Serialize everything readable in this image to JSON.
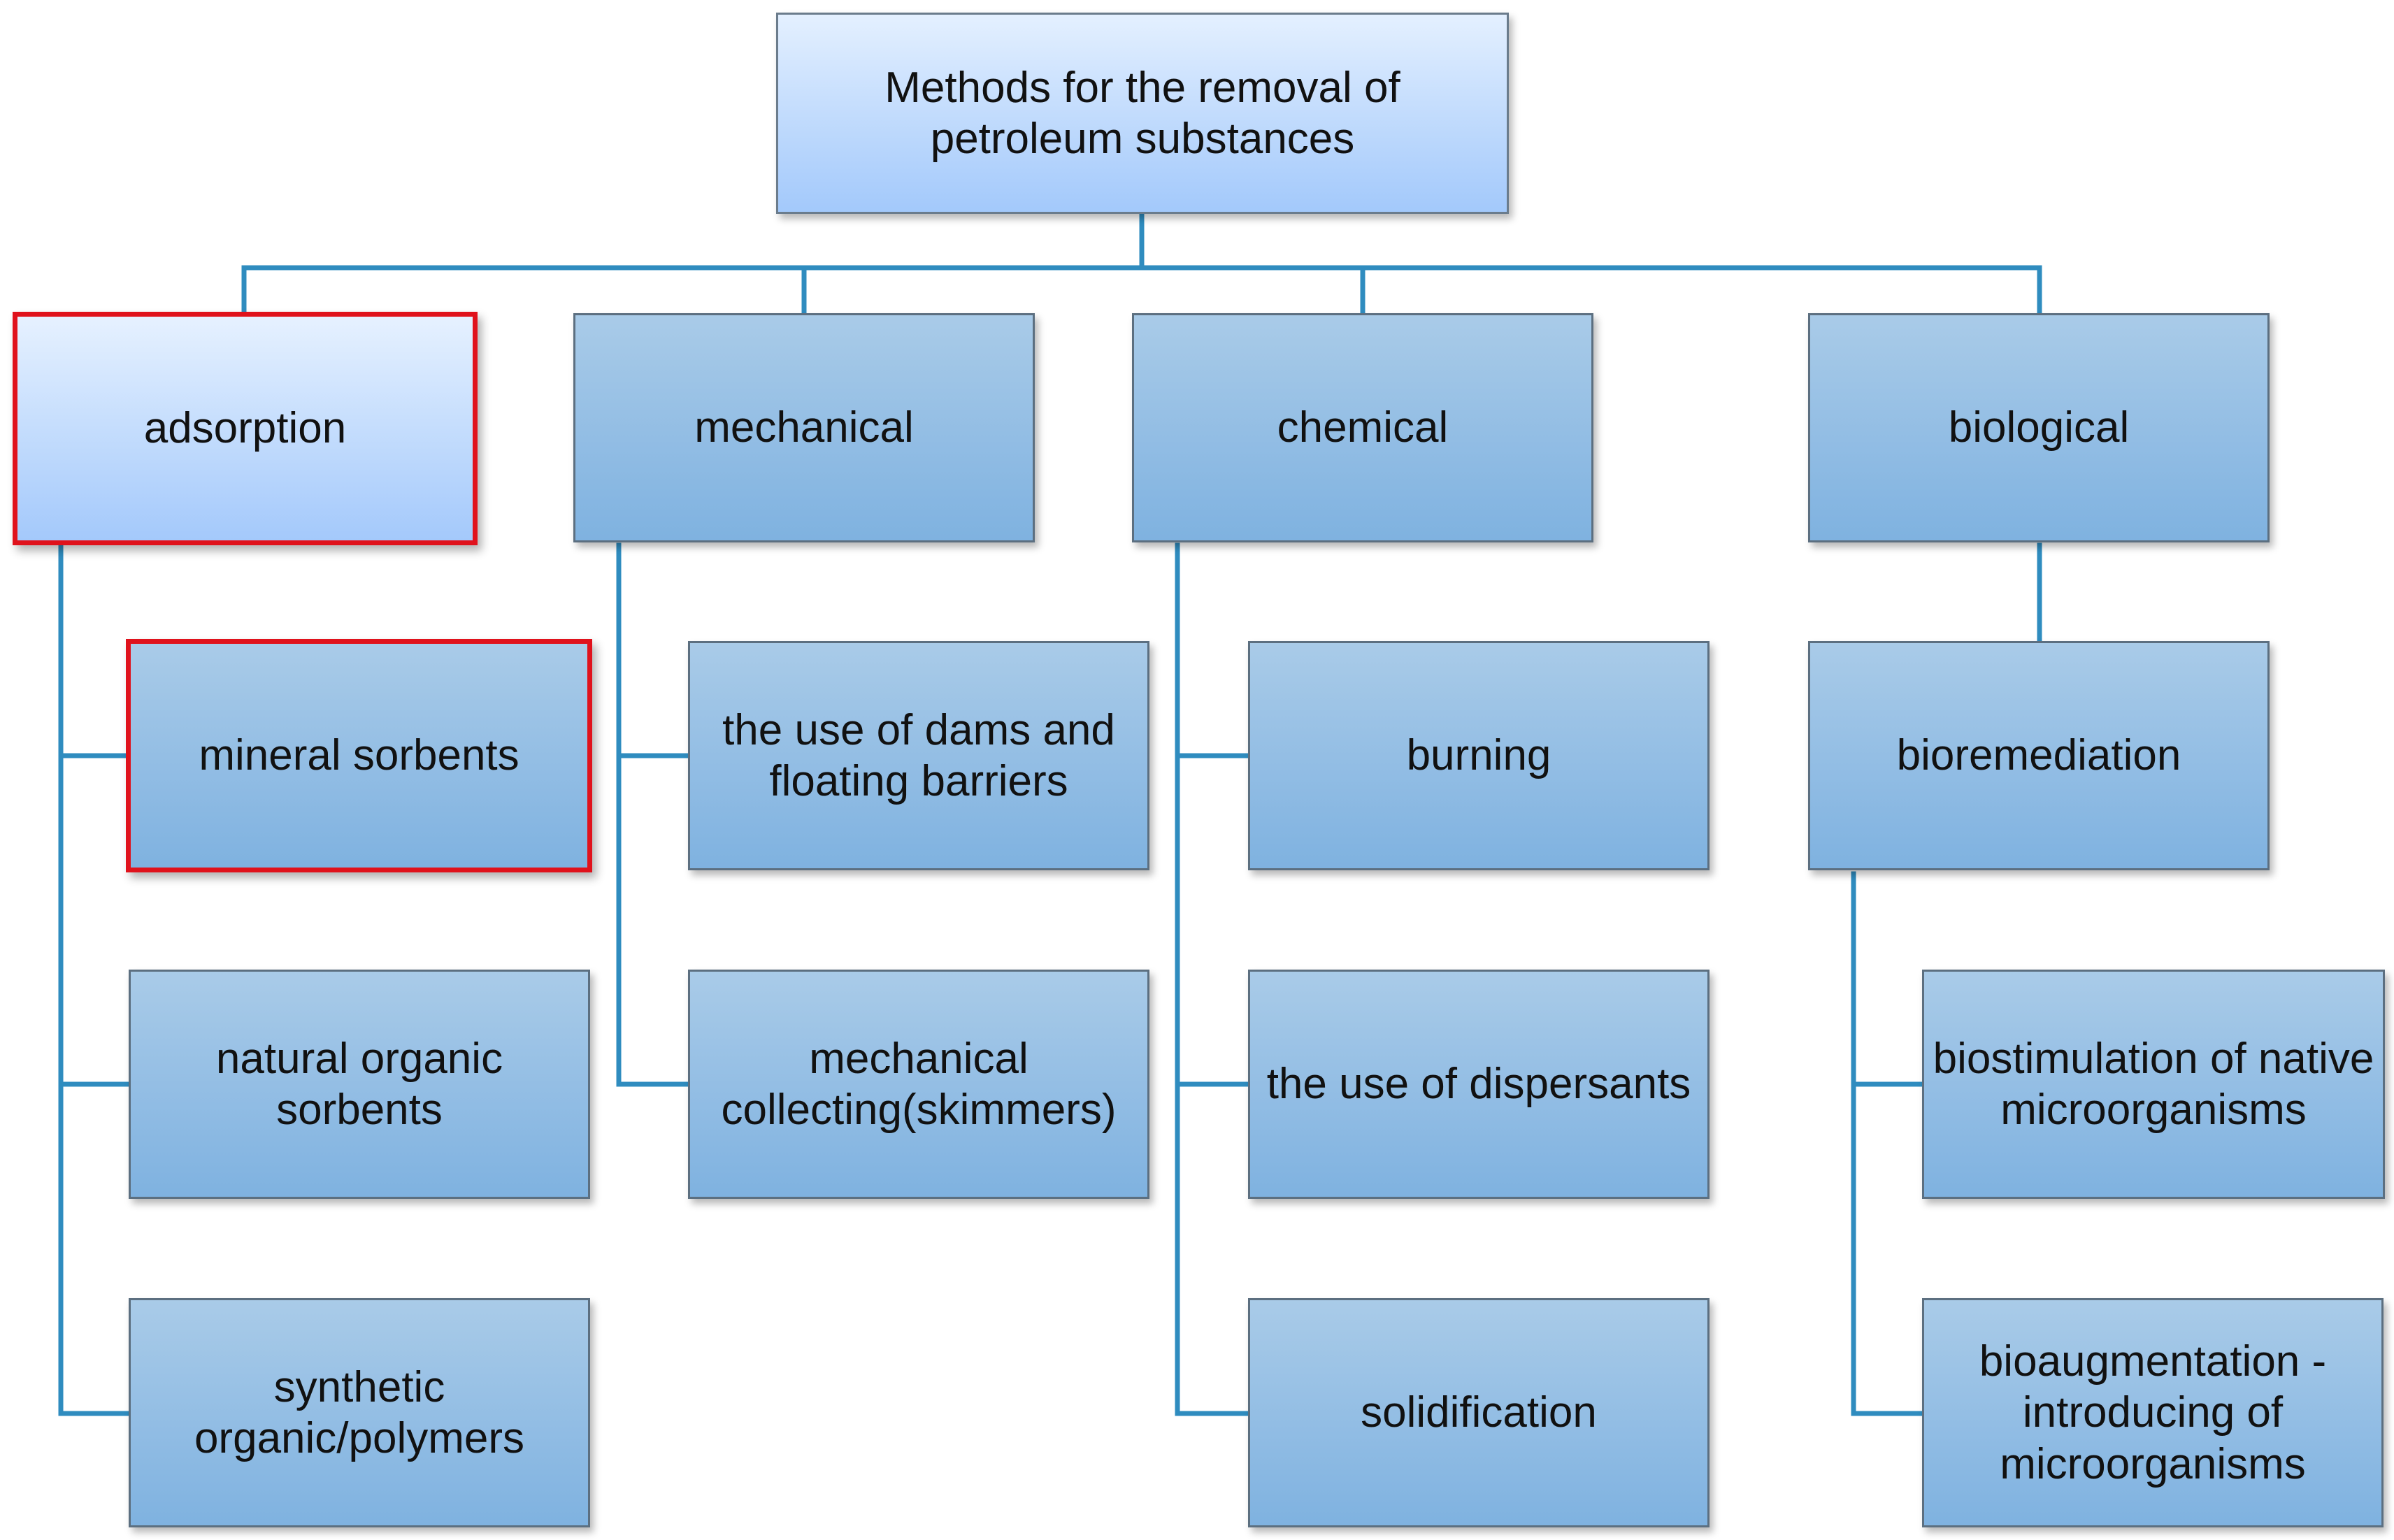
{
  "root": {
    "label": "Methods for the removal of petroleum substances"
  },
  "categories": [
    {
      "label": "adsorption",
      "children": [
        "mineral sorbents",
        "natural organic sorbents",
        "synthetic organic/polymers"
      ]
    },
    {
      "label": "mechanical",
      "children": [
        "the use of dams and floating barriers",
        "mechanical collecting(skimmers)"
      ]
    },
    {
      "label": "chemical",
      "children": [
        "burning",
        "the use of dispersants",
        "solidification"
      ]
    },
    {
      "label": "biological",
      "children": [
        "bioremediation"
      ]
    }
  ],
  "bioremediation_children": [
    "biostimulation of native microorganisms",
    "bioaugmentation - introducing of microorganisms"
  ],
  "colors": {
    "connector": "#2f8cbf",
    "box_fill": "#92bde4",
    "root_fill": "#c6defd",
    "highlight_border": "#e0121c"
  }
}
